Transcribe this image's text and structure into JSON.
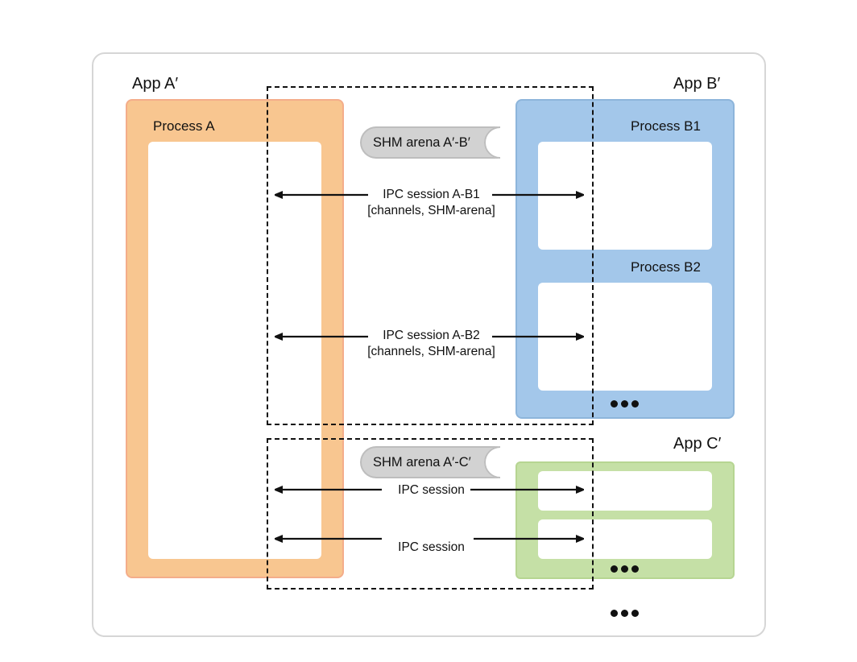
{
  "diagram": {
    "apps": [
      {
        "label": "App A′",
        "color": "#f8c690"
      },
      {
        "label": "App B′",
        "color": "#a3c7ea"
      },
      {
        "label": "App C′",
        "color": "#c5e0a6"
      }
    ],
    "processes": {
      "a": "Process A",
      "b1": "Process B1",
      "b2": "Process B2"
    },
    "shm_arenas": {
      "ab": "SHM arena A′-B′",
      "ac": "SHM arena A′-C′"
    },
    "sessions": {
      "ab1": {
        "title": "IPC session A-B1",
        "detail": "[channels, SHM-arena]"
      },
      "ab2": {
        "title": "IPC session A-B2",
        "detail": "[channels, SHM-arena]"
      },
      "ac1": {
        "title": "IPC session"
      },
      "ac2": {
        "title": "IPC session"
      }
    },
    "ellipsis": "•••"
  }
}
